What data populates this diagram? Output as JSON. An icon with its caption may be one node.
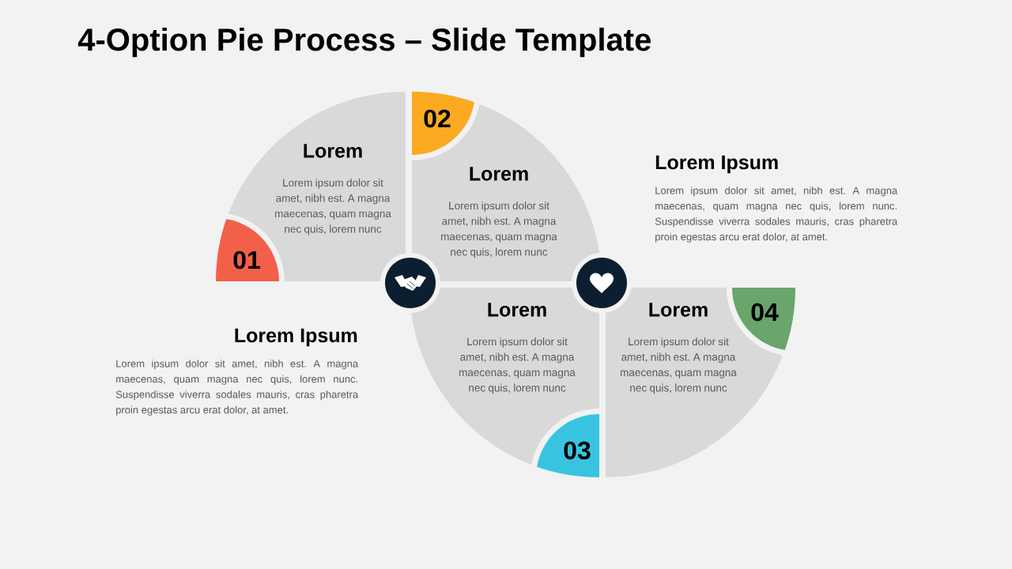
{
  "diagram": {
    "title": "4-Option Pie Process – Slide Template",
    "nodes": [
      {
        "text": [
          "Lorem",
          "Lorem ipsum dolor sit amet, nibh est. A magna maecenas, quam magna nec quis, lorem nunc"
        ]
      },
      {
        "text": [
          "01"
        ]
      },
      {
        "text": [
          "Lorem",
          "Lorem ipsum dolor sit amet, nibh est. A magna maecenas, quam magna nec quis, lorem nunc"
        ]
      },
      {
        "text": [
          "02"
        ]
      },
      {
        "text": [
          "Lorem",
          "Lorem ipsum dolor sit amet, nibh est. A magna maecenas, quam magna nec quis, lorem nunc"
        ]
      },
      {
        "text": [
          "03"
        ]
      },
      {
        "text": [
          "Lorem",
          "Lorem ipsum dolor sit amet, nibh est. A magna maecenas, quam magna nec quis, lorem nunc"
        ]
      },
      {
        "text": [
          "04"
        ]
      }
    ],
    "labels": [
      "Lorem Ipsum",
      "Lorem ipsum dolor sit amet, nibh est. A magna maecenas, quam magna nec quis, lorem nunc. Suspendisse viverra sodales mauris, cras pharetra proin egestas arcu erat dolor, at amet.",
      "Lorem Ipsum",
      "Lorem ipsum dolor sit amet, nibh est. A magna maecenas, quam magna nec quis, lorem nunc. Suspendisse viverra sodales mauris, cras pharetra proin egestas arcu erat dolor, at amet."
    ]
  }
}
